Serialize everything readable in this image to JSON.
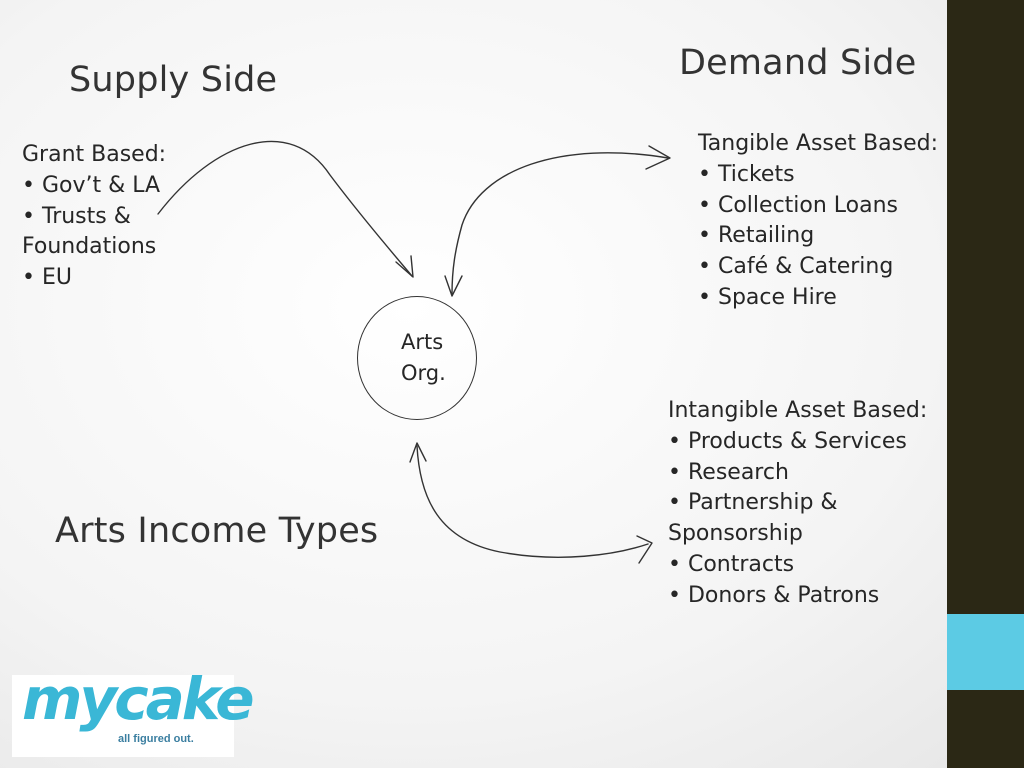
{
  "slide": {
    "supply_title": "Supply Side",
    "demand_title": "Demand Side",
    "income_title": "Arts Income Types",
    "center": {
      "line1": "Arts",
      "line2": "Org."
    },
    "grant": {
      "heading": "Grant Based:",
      "lines": [
        "Gov’t & LA",
        "Trusts &",
        "Foundations",
        "EU"
      ]
    },
    "tangible": {
      "heading": "Tangible Asset Based:",
      "items": [
        "Tickets",
        "Collection Loans",
        "Retailing",
        "Café & Catering",
        "Space Hire"
      ]
    },
    "intangible": {
      "heading": "Intangible Asset Based:",
      "lines": [
        "Products & Services",
        "Research",
        "Partnership &",
        "Sponsorship",
        "Contracts",
        "Donors & Patrons"
      ]
    },
    "logo": {
      "wordmark": "mycake",
      "tagline": "all figured out."
    }
  },
  "colors": {
    "right_bar": "#2b2815",
    "accent": "#5ccbe4",
    "logo": "#3ab7d6"
  }
}
